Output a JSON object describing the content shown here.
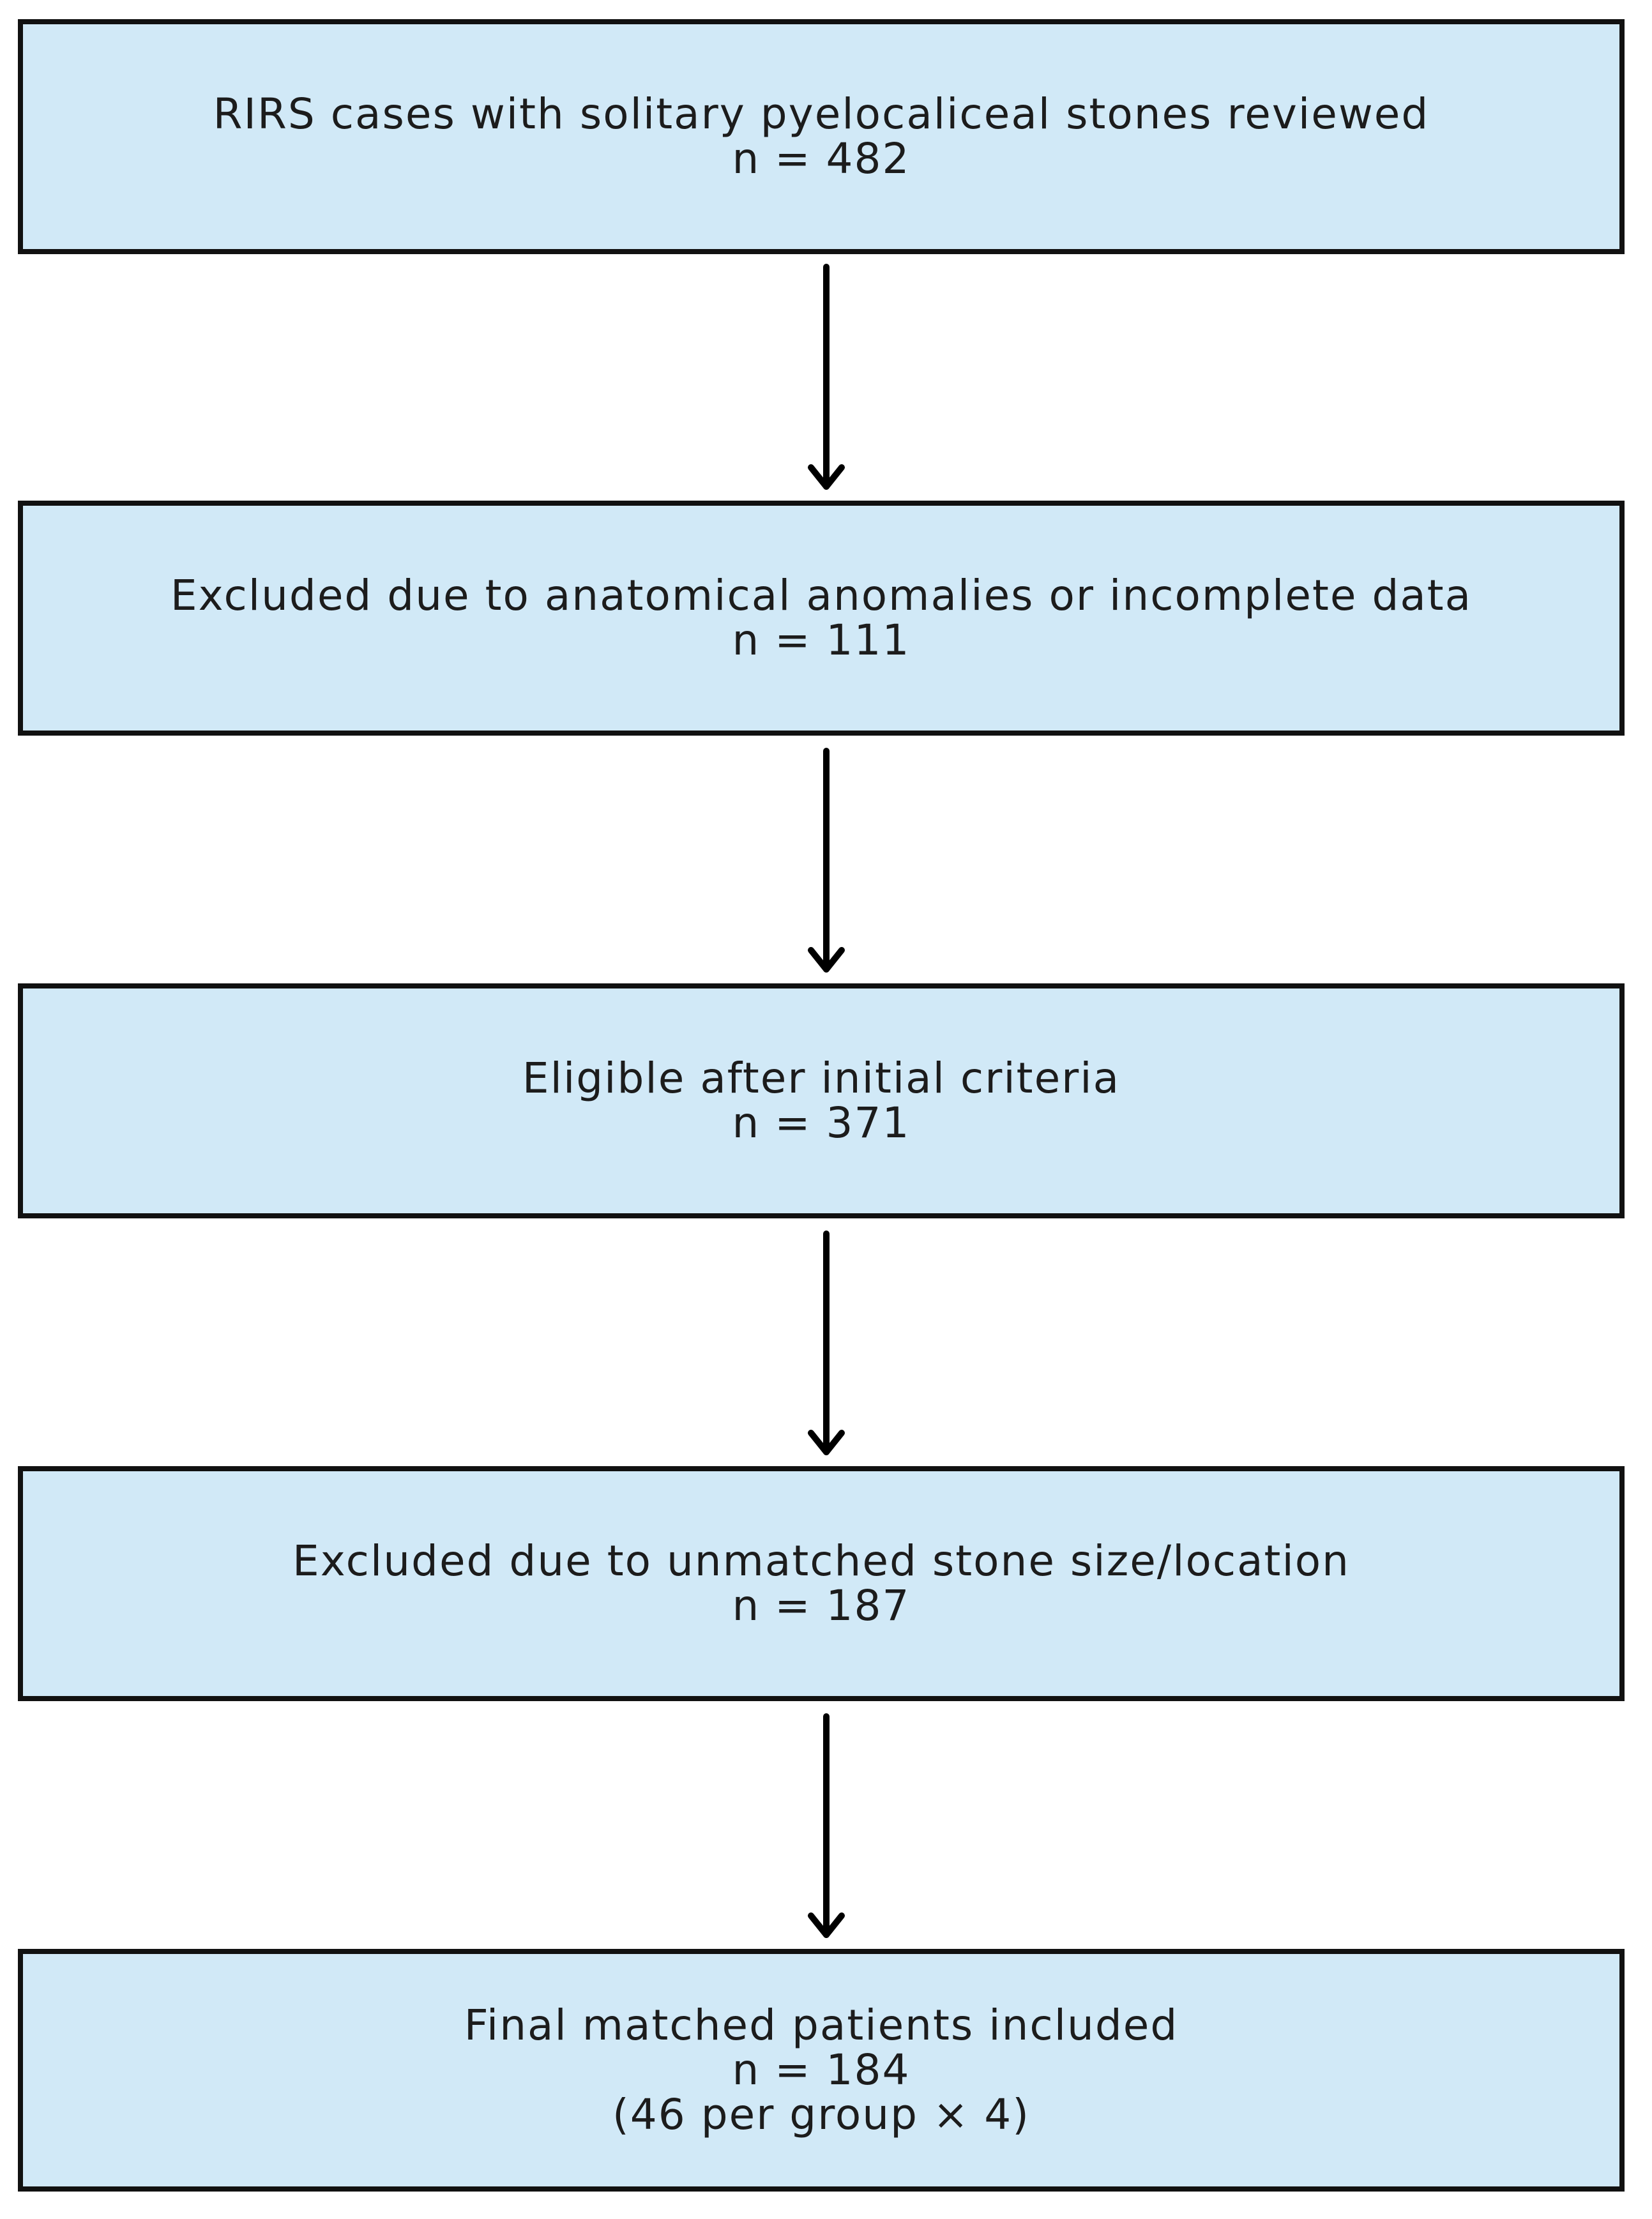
{
  "flowchart": {
    "boxes": [
      {
        "title": "RIRS cases with solitary pyelocaliceal stones reviewed",
        "count": "n = 482",
        "note": ""
      },
      {
        "title": "Excluded due to anatomical anomalies or incomplete data",
        "count": "n = 111",
        "note": ""
      },
      {
        "title": "Eligible after initial criteria",
        "count": "n = 371",
        "note": ""
      },
      {
        "title": "Excluded due to unmatched stone size/location",
        "count": "n = 187",
        "note": ""
      },
      {
        "title": "Final matched patients included",
        "count": "n = 184",
        "note": "(46 per group × 4)"
      }
    ],
    "colors": {
      "box_fill": "#d1e9f7",
      "box_border": "#111111",
      "arrow": "#000000",
      "text": "#1c1c1c"
    }
  }
}
